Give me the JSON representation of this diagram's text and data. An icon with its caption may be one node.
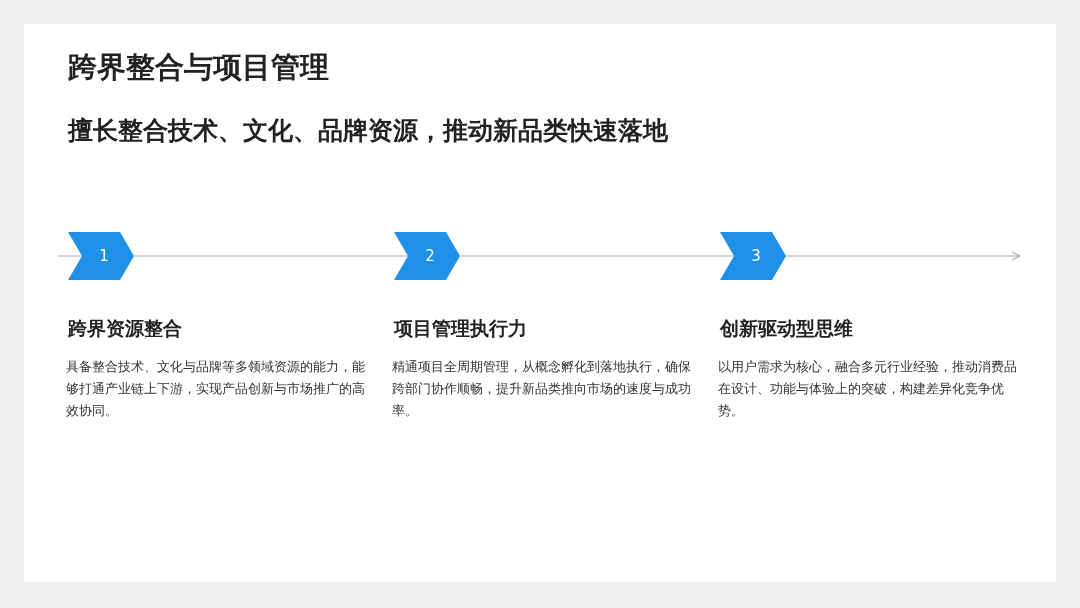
{
  "diagram": {
    "title": "跨界整合与项目管理",
    "caption": "擅长整合技术、文化、品牌资源，推动新品类快速落地",
    "nodes": [
      {
        "text": [
          "1"
        ],
        "beside": [
          "跨界资源整合",
          "具备整合技术、文化与品牌等多领域资源的能力，能够打通产业链上下游，实现产品创新与市场推广的高效协同。"
        ]
      },
      {
        "text": [
          "2"
        ],
        "beside": [
          "项目管理执行力",
          "精通项目全周期管理，从概念孵化到落地执行，确保跨部门协作顺畅，提升新品类推向市场的速度与成功率。"
        ]
      },
      {
        "text": [
          "3"
        ],
        "beside": [
          "创新驱动型思维",
          "以用户需求为核心，融合多元行业经验，推动消费品在设计、功能与体验上的突破，构建差异化竞争优势。"
        ]
      }
    ],
    "edges": [
      {
        "from": null,
        "to": 0,
        "arrow": "none"
      },
      {
        "from": 0,
        "to": 1,
        "arrow": "none"
      },
      {
        "from": 1,
        "to": 2,
        "arrow": "none"
      },
      {
        "from": 2,
        "to": null,
        "arrow": "to"
      }
    ]
  }
}
